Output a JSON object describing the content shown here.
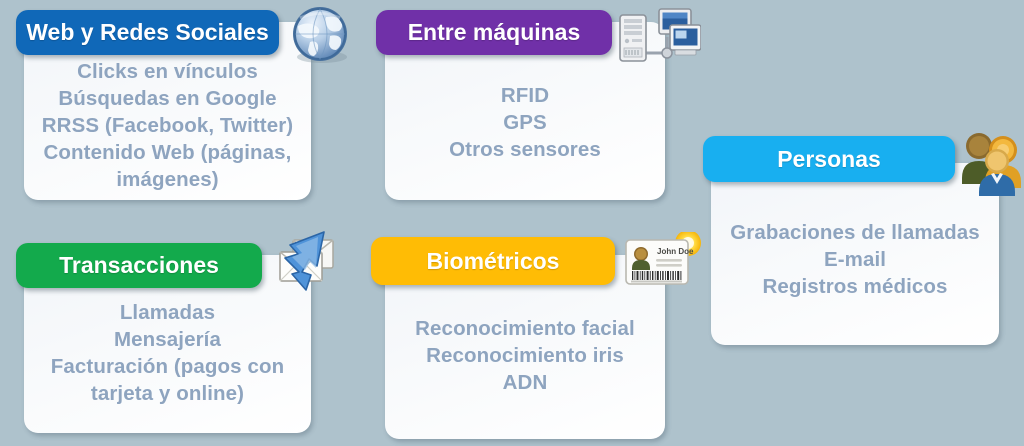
{
  "canvas": {
    "background_color": "#aec2cc",
    "body_text_color": "#8ea4bf"
  },
  "cards": [
    {
      "id": "web",
      "title": "Web y Redes Sociales",
      "header_color": "#1068b8",
      "icon": "globe-icon",
      "items": [
        "Clicks en vínculos",
        "Búsquedas en Google",
        "RRSS (Facebook, Twitter)",
        "Contenido Web (páginas,",
        "imágenes)"
      ],
      "body": "Clicks en vínculos\nBúsquedas en Google\nRRSS (Facebook, Twitter)\nContenido Web (páginas,\nimágenes)"
    },
    {
      "id": "maquinas",
      "title": "Entre máquinas",
      "header_color": "#7030a8",
      "icon": "server-computers-icon",
      "items": [
        "RFID",
        "GPS",
        "Otros sensores"
      ],
      "body": "RFID\nGPS\nOtros sensores"
    },
    {
      "id": "personas",
      "title": "Personas",
      "header_color": "#18aff0",
      "icon": "people-group-icon",
      "items": [
        "Grabaciones de llamadas",
        "E-mail",
        "Registros médicos"
      ],
      "body": "Grabaciones de llamadas\nE-mail\nRegistros médicos"
    },
    {
      "id": "transacciones",
      "title": "Transacciones",
      "header_color": "#13aa4c",
      "icon": "envelopes-arrow-icon",
      "items": [
        "Llamadas",
        "Mensajería",
        "Facturación (pagos con",
        "tarjeta y online)"
      ],
      "body": "Llamadas\nMensajería\nFacturación (pagos con\ntarjeta y online)"
    },
    {
      "id": "biometricos",
      "title": "Biométricos",
      "header_color": "#ffbc05",
      "icon": "id-badge-icon",
      "items": [
        "Reconocimiento facial",
        "Reconocimiento iris",
        "ADN"
      ],
      "body": "Reconocimiento facial\nReconocimiento iris\nADN"
    }
  ],
  "icons": {
    "id_badge_name": "John Doe"
  }
}
